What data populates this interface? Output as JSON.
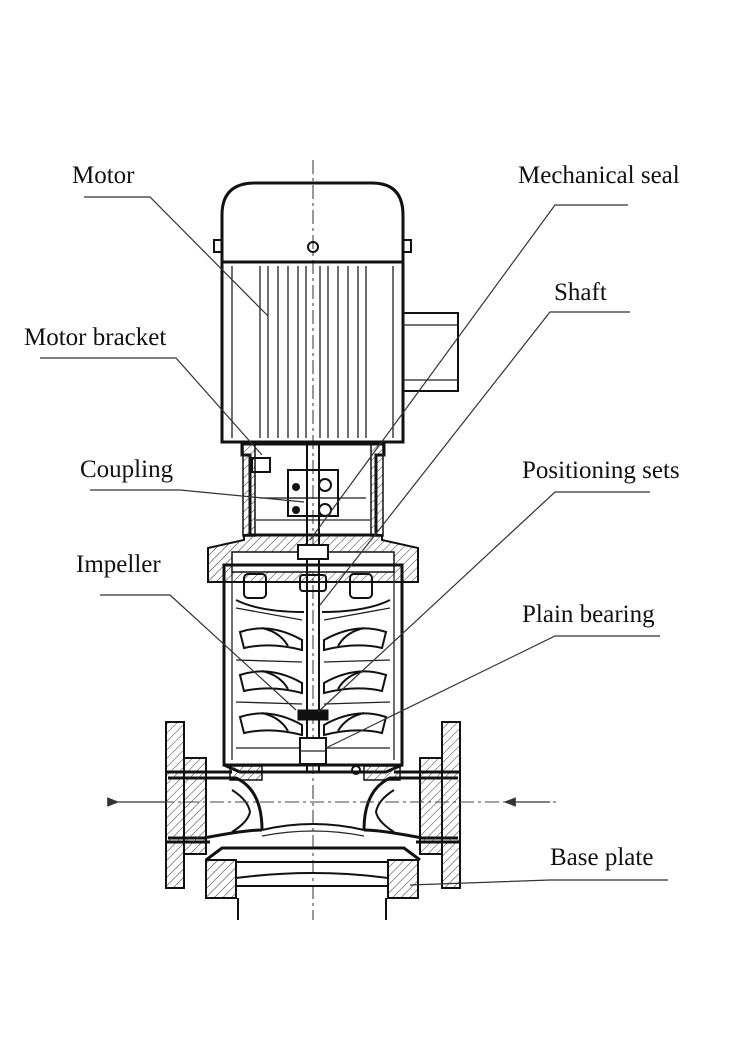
{
  "labels": {
    "motor": "Motor",
    "mechanical_seal": "Mechanical seal",
    "shaft": "Shaft",
    "motor_bracket": "Motor bracket",
    "coupling": "Coupling",
    "positioning_sets": "Positioning sets",
    "impeller": "Impeller",
    "plain_bearing": "Plain bearing",
    "base_plate": "Base plate"
  },
  "colors": {
    "ink": "#111111",
    "background": "#ffffff"
  }
}
